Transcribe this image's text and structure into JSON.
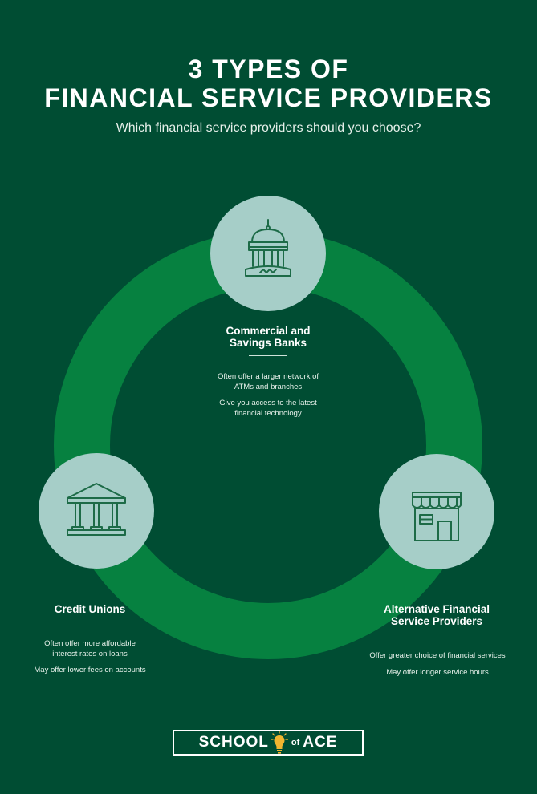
{
  "title_line1": "3 TYPES OF",
  "title_line2": "FINANCIAL SERVICE PROVIDERS",
  "subtitle": "Which financial service providers should you choose?",
  "nodes": [
    {
      "heading_line1": "Commercial and",
      "heading_line2": "Savings Banks",
      "points": [
        "Often offer a larger network of ATMs and branches",
        "Give you access to the latest financial technology"
      ],
      "icon": "capitol-building-icon"
    },
    {
      "heading_line1": "Credit Unions",
      "points": [
        "Often offer more affordable interest rates on loans",
        "May offer lower fees on accounts"
      ],
      "icon": "bank-columns-icon"
    },
    {
      "heading_line1": "Alternative Financial",
      "heading_line2": "Service Providers",
      "points": [
        "Offer greater choice of financial services",
        "May offer longer service hours"
      ],
      "icon": "storefront-icon"
    }
  ],
  "logo": {
    "left": "SCHOOL",
    "mid": "of",
    "right": "ACE"
  },
  "colors": {
    "background": "#004d33",
    "ring": "#068140",
    "icon_circle": "#a6cec8",
    "icon_stroke": "#1d6b47",
    "bulb": "#f2b530"
  }
}
